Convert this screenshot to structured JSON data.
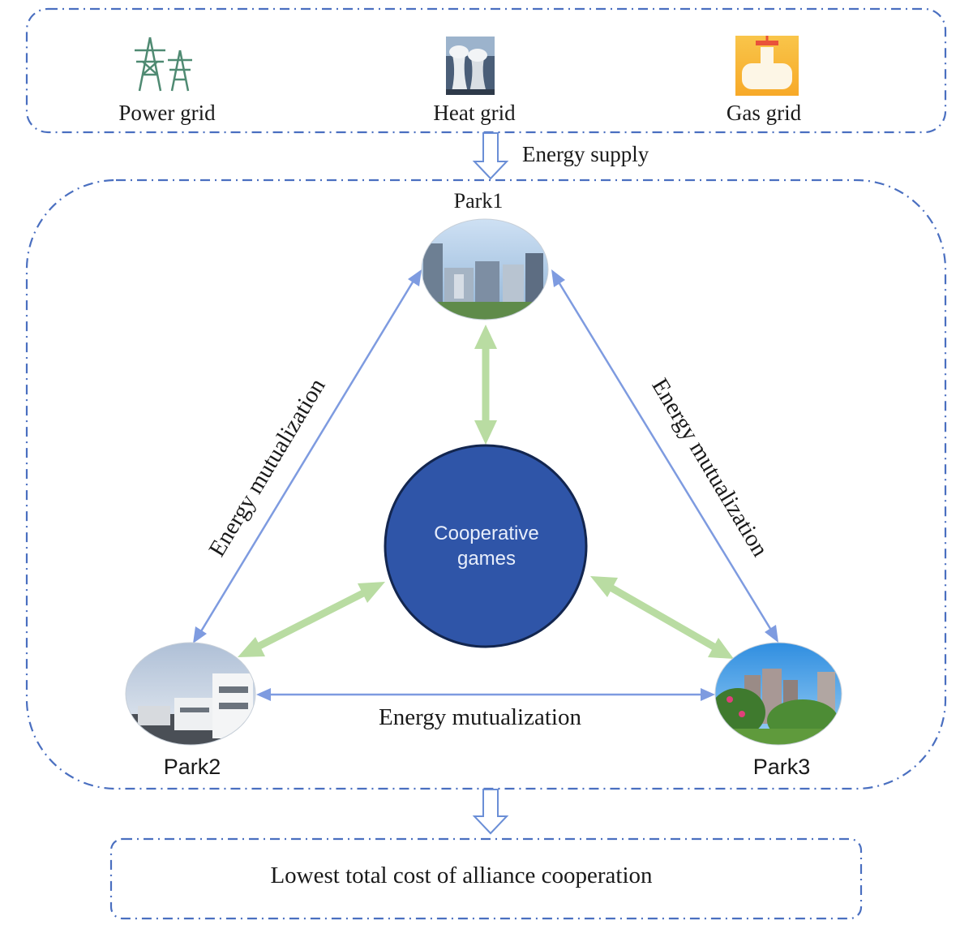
{
  "supply_grids": [
    {
      "label": "Power grid",
      "icon": "power-tower-icon"
    },
    {
      "label": "Heat grid",
      "icon": "cooling-tower-icon"
    },
    {
      "label": "Gas grid",
      "icon": "gas-tank-icon"
    }
  ],
  "energy_supply_label": "Energy supply",
  "parks": [
    {
      "label": "Park1",
      "icon": "city-buildings-photo"
    },
    {
      "label": "Park2",
      "icon": "modern-buildings-photo"
    },
    {
      "label": "Park3",
      "icon": "residential-towers-photo"
    }
  ],
  "mutualization": {
    "left": "Energy mutualization",
    "right": "Energy mutualization",
    "bottom": "Energy mutualization"
  },
  "center": {
    "line1": "Cooperative",
    "line2": "games"
  },
  "result_label": "Lowest total cost of alliance cooperation",
  "colors": {
    "box_border": "#4a6fc0",
    "mutual_arrow": "#7e9be0",
    "game_arrow": "#b9dca2",
    "center_fill": "#2f55a8"
  }
}
